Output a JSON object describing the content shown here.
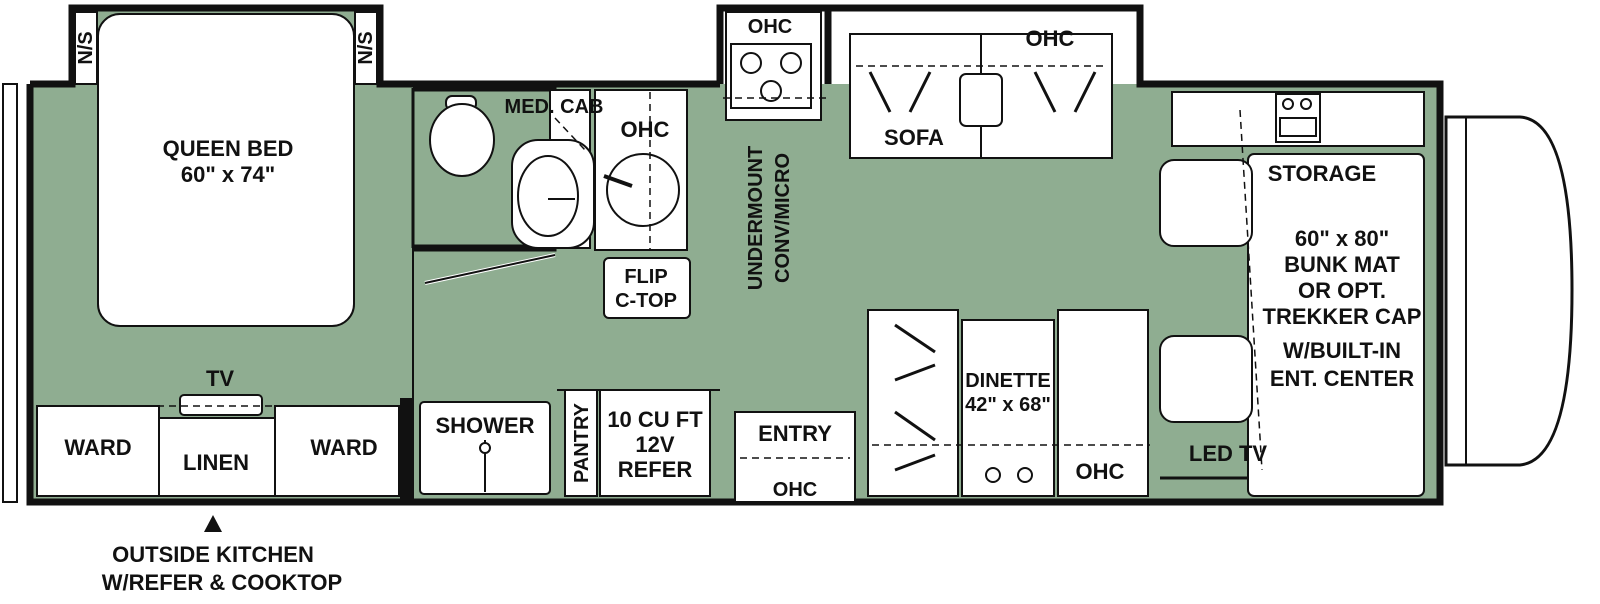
{
  "labels": {
    "queen_bed_title": "QUEEN BED",
    "queen_bed_size": "60\" x 74\"",
    "ns_left": "N/S",
    "ns_right": "N/S",
    "tv": "TV",
    "ward_left": "WARD",
    "linen": "LINEN",
    "ward_right": "WARD",
    "outside_kitchen_line1": "OUTSIDE KITCHEN",
    "outside_kitchen_line2": "W/REFER & COOKTOP",
    "med_cab": "MED. CAB",
    "ohc_bath": "OHC",
    "flip_line1": "FLIP",
    "flip_line2": "C-TOP",
    "shower": "SHOWER",
    "pantry": "PANTRY",
    "refer_line1": "10 CU FT",
    "refer_line2": "12V",
    "refer_line3": "REFER",
    "ohc_kitchen": "OHC",
    "micro_line1": "UNDERMOUNT",
    "micro_line2": "CONV/MICRO",
    "ohc_sofa": "OHC",
    "sofa": "SOFA",
    "entry": "ENTRY",
    "ohc_entry": "OHC",
    "dinette_title": "DINETTE",
    "dinette_size": "42\" x 68\"",
    "ohc_dinette": "OHC",
    "storage": "STORAGE",
    "bunk_line1": "60\" x 80\"",
    "bunk_line2": "BUNK MAT",
    "bunk_line3": "OR OPT.",
    "bunk_line4": "TREKKER CAP",
    "bunk_line5": "W/BUILT-IN",
    "bunk_line6": "ENT. CENTER",
    "led_tv": "LED TV"
  },
  "colors": {
    "floor": "#8fad91",
    "wall": "#111111",
    "furniture": "#ffffff"
  }
}
